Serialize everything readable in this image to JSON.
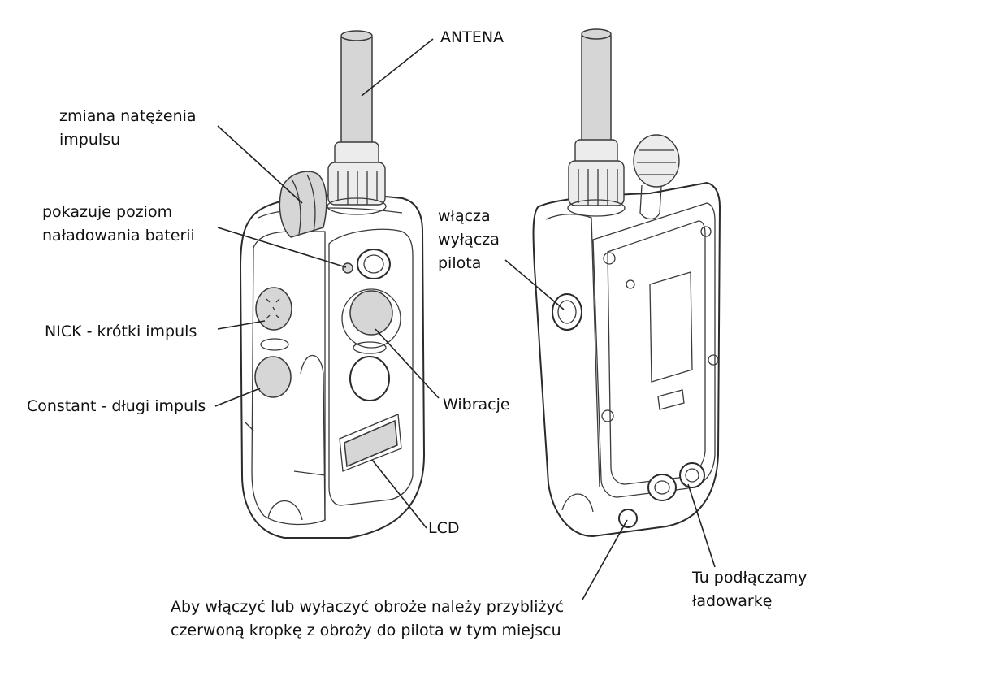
{
  "labels": {
    "antenna": "ANTENA",
    "intensity_line1": "zmiana natężenia",
    "intensity_line2": "impulsu",
    "battery_line1": "pokazuje poziom",
    "battery_line2": "naładowania  baterii",
    "nick": "NICK - krótki impuls",
    "constant": "Constant - długi impuls",
    "power_line1": "włącza",
    "power_line2": "wyłącza",
    "power_line3": "pilota",
    "vibration": "Wibracje",
    "lcd": "LCD",
    "charger_line1": "Tu podłączamy",
    "charger_line2": "ładowarkę",
    "collar_line1": "Aby włączyć lub wyłaczyć obroże należy przybliżyć",
    "collar_line2": "czerwoną kropkę z obroży do pilota w tym miejscu"
  }
}
